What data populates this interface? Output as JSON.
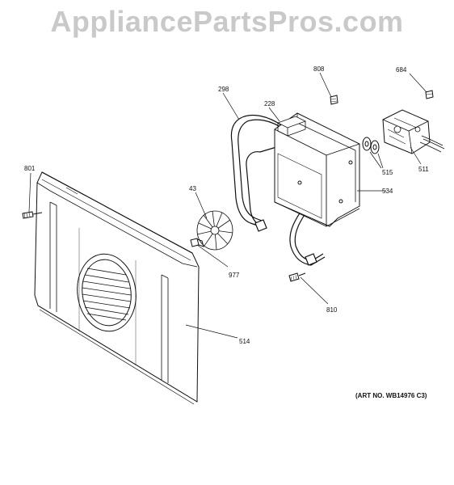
{
  "watermark": "AppliancePartsPros.com",
  "art_number": "(ART NO. WB14976 C3)",
  "parts": {
    "p801": "801",
    "p43": "43",
    "p977": "977",
    "p514": "514",
    "p298": "298",
    "p228": "228",
    "p808": "808",
    "p684": "684",
    "p515": "515",
    "p511": "511",
    "p534": "534",
    "p810": "810"
  }
}
